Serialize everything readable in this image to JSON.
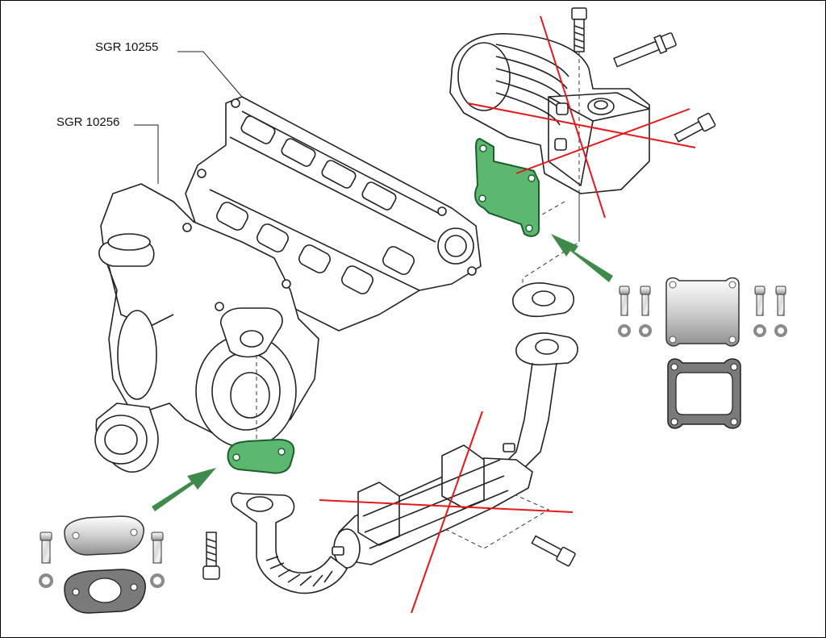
{
  "labels": {
    "part_a": "SGR 10255",
    "part_b": "SGR 10256"
  },
  "colors": {
    "highlight_fill": "#5cb870",
    "highlight_stroke": "#1d5e2e",
    "arrow": "#3d8a4a",
    "strike": "#e3191b",
    "line": "#1a1a1a",
    "metal_light": "#f2f2f2",
    "metal_dark": "#8a8a8a"
  },
  "icons": {
    "bolt": "bolt-icon",
    "washer": "washer-icon",
    "blanking_plate": "blanking-plate-icon",
    "gasket": "gasket-icon",
    "arrow": "arrow-icon",
    "strike": "strike-through-mark"
  }
}
